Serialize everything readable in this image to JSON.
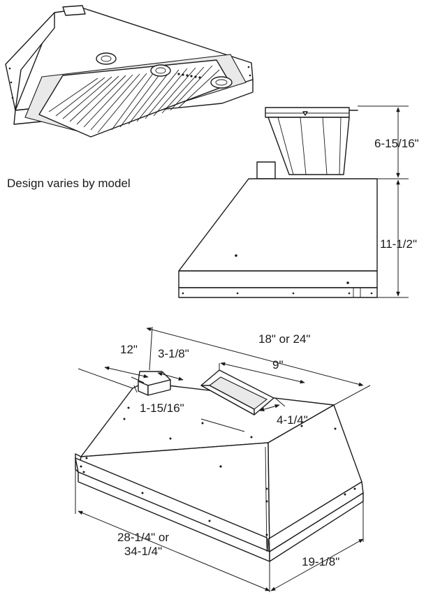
{
  "caption": "Design varies by model",
  "dimensions": {
    "side_chimney_height": "6-15/16\"",
    "side_hood_height": "11-1/2\"",
    "top_depth_to_duct": "12\"",
    "damper_width": "3-1/8\"",
    "damper_height": "1-15/16\"",
    "duct_offset": "18\" or 24\"",
    "top_opening_length": "9\"",
    "top_opening_width": "4-1/4\"",
    "hood_width_line1": "28-1/4\" or",
    "hood_width_line2": "34-1/4\"",
    "hood_depth": "19-1/8\""
  },
  "colors": {
    "line": "#1a1a1a",
    "background": "#ffffff"
  }
}
